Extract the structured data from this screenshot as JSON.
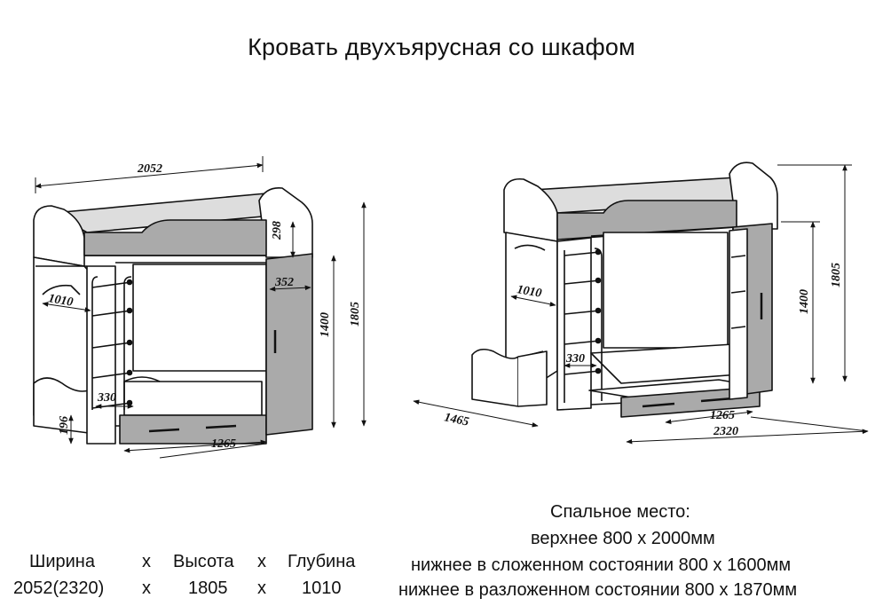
{
  "title": "Кровать двухъярусная со шкафом",
  "dimensions_left": {
    "width": "2052",
    "depth": "1010",
    "top_rail": "298",
    "wardrobe_width": "352",
    "inner_height": "1400",
    "total_height": "1805",
    "ladder_step": "330",
    "drawer_height": "196",
    "drawer_width": "1265"
  },
  "dimensions_right": {
    "depth": "1010",
    "ladder_step": "330",
    "pullout_depth": "1465",
    "drawer_width": "1265",
    "extended_width": "2320",
    "inner_height": "1400",
    "total_height": "1805"
  },
  "specs": {
    "header": {
      "width": "Ширина",
      "x1": "x",
      "height": "Высота",
      "x2": "x",
      "depth": "Глубина"
    },
    "values": {
      "width": "2052(2320)",
      "x1": "x",
      "height": "1805",
      "x2": "x",
      "depth": "1010"
    }
  },
  "sleeping": {
    "heading": "Спальное место:",
    "upper": "верхнее 800 х 2000мм",
    "lower_folded": "нижнее в сложенном состоянии 800 х 1600мм",
    "lower_unfolded": "нижнее в разложенном состоянии 800 х 1870мм"
  }
}
